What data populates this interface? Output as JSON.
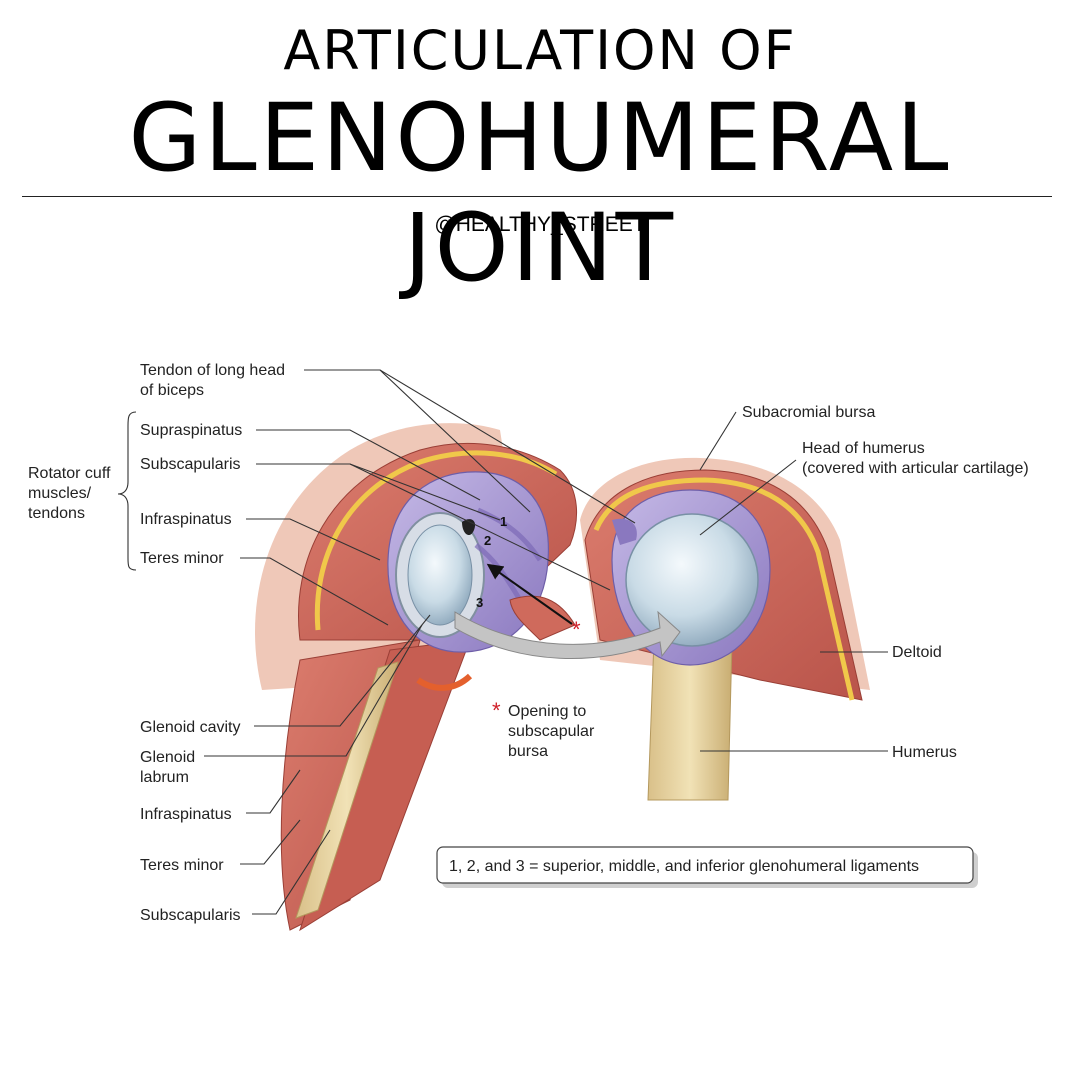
{
  "header": {
    "title_line1": "ARTICULATION OF",
    "title_line2": "GLENOHUMERAL JOINT",
    "handle": "@HEALTHY_STREET"
  },
  "labels": {
    "tendon_biceps_1": "Tendon of long head",
    "tendon_biceps_2": "of biceps",
    "supraspinatus": "Supraspinatus",
    "subscapularis_top": "Subscapularis",
    "rotator_1": "Rotator cuff",
    "rotator_2": "muscles/",
    "rotator_3": "tendons",
    "infraspinatus_top": "Infraspinatus",
    "teres_minor_top": "Teres minor",
    "glenoid_cavity": "Glenoid cavity",
    "glenoid_labrum_1": "Glenoid",
    "glenoid_labrum_2": "labrum",
    "infraspinatus_bottom": "Infraspinatus",
    "teres_minor_bottom": "Teres minor",
    "subscapularis_bottom": "Subscapularis",
    "subacromial_bursa": "Subacromial bursa",
    "head_humerus_1": "Head of humerus",
    "head_humerus_2": "(covered with articular cartilage)",
    "deltoid": "Deltoid",
    "humerus": "Humerus",
    "opening_star": "*",
    "opening_1": "Opening to",
    "opening_2": "subscapular",
    "opening_3": "bursa",
    "lig_1": "1",
    "lig_2": "2",
    "lig_3": "3",
    "star_marker": "*"
  },
  "legend": {
    "text": "1, 2, and 3 = superior, middle, and inferior glenohumeral ligaments"
  },
  "colors": {
    "muscle": "#cf6a5c",
    "muscle_dark": "#b24c42",
    "skin": "#efc8b8",
    "fat": "#f0c84a",
    "ligament": "#a99bd0",
    "cartilage": "#c9dbe6",
    "bone": "#e7d4a0",
    "arrow": "#c4c4c4",
    "star": "#d0202a"
  }
}
